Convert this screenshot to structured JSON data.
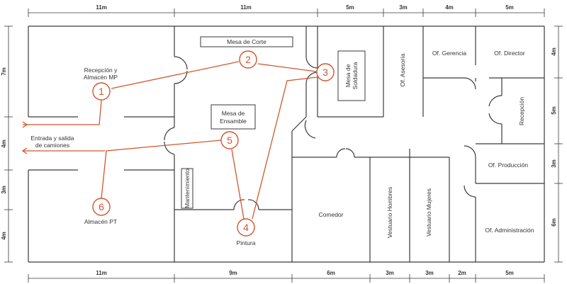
{
  "top_dimensions": [
    "11m",
    "11m",
    "5m",
    "3m",
    "4m",
    "5m"
  ],
  "bottom_dimensions": [
    "11m",
    "9m",
    "6m",
    "3m",
    "3m",
    "2m",
    "5m"
  ],
  "left_dimensions": [
    "7m",
    "4m",
    "3m",
    "4m"
  ],
  "right_dimensions": [
    "4m",
    "5m",
    "3m",
    "6m"
  ],
  "areas": {
    "recepcion_almacen_mp": [
      "Recepción y",
      "Almacén MP"
    ],
    "entrada_salida": [
      "Entrada y salida",
      "de camiones"
    ],
    "almacen_pt": "Almacén PT",
    "mesa_corte": "Mesa de Corte",
    "mesa_ensamble": [
      "Mesa de",
      "Ensamble"
    ],
    "mesa_soldadura": [
      "Mesa de",
      "Soldadura"
    ],
    "mantenimiento": "Mantenimiento",
    "pintura": "Pintura",
    "comedor": "Comedor",
    "vestuario_hombres": "Vestuario Hombres",
    "vestuario_mujeres": "Vestuario Mujeres",
    "of_asesoria": "Of. Asesoría",
    "of_gerencia": "Of. Gerencia",
    "of_director": "Of. Director",
    "recepcion": "Recepción",
    "of_produccion": "Of. Producción",
    "of_administracion": "Of. Administración"
  },
  "nodes": [
    "1",
    "2",
    "3",
    "4",
    "5",
    "6"
  ],
  "colors": {
    "route": "#d2562f",
    "walls": "#3a3a3a"
  }
}
